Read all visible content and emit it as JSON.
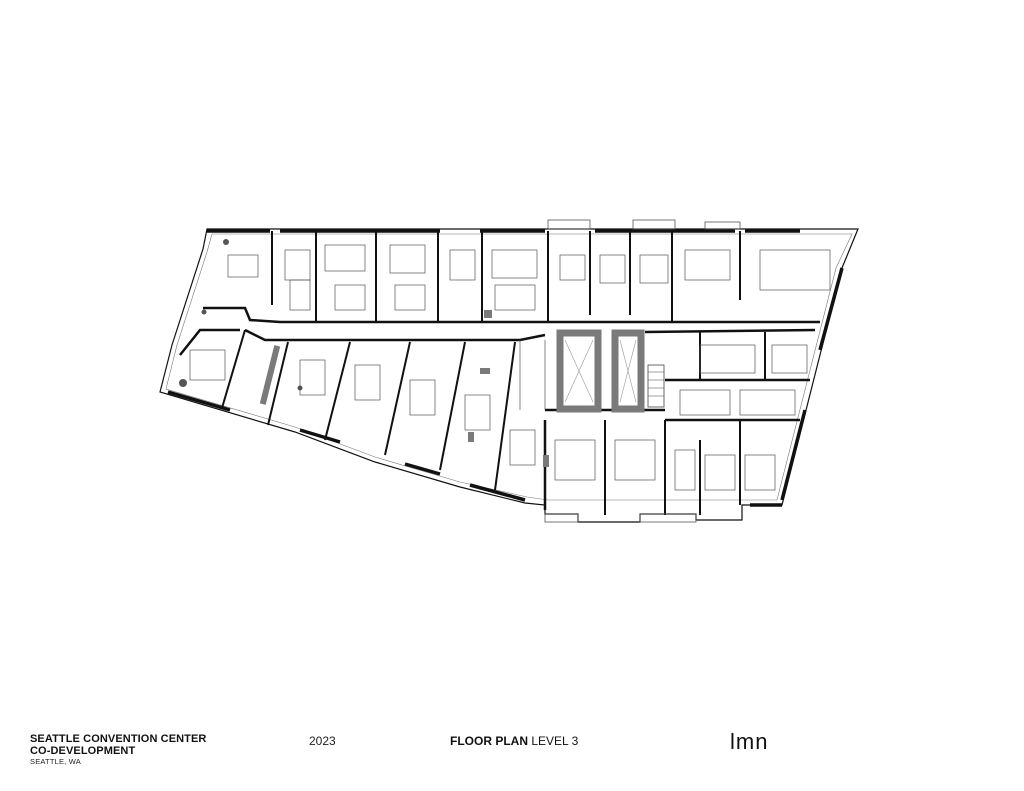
{
  "project": {
    "name_line1": "SEATTLE CONVENTION CENTER",
    "name_line2": "CO-DEVELOPMENT",
    "location": "SEATTLE, WA"
  },
  "year": "2023",
  "sheet": {
    "title_bold": "FLOOR PLAN",
    "title_rest": "LEVEL 3"
  },
  "logo": "lmn",
  "colors": {
    "wall": "#111111",
    "core": "#7a7a7a",
    "line": "#555555",
    "background": "#ffffff"
  }
}
